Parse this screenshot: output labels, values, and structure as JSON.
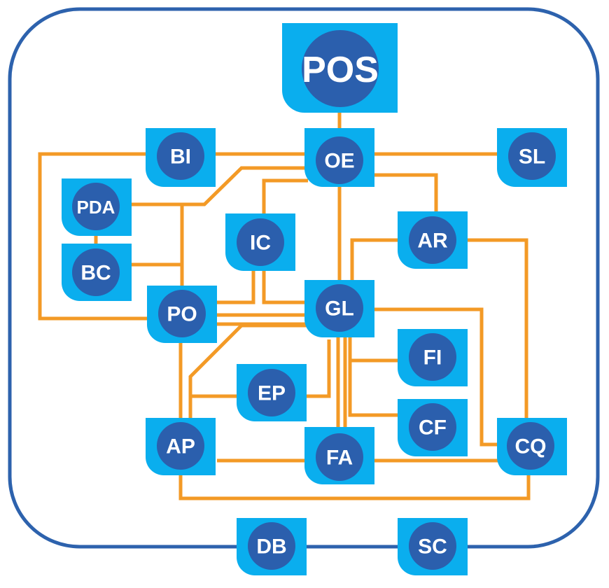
{
  "colors": {
    "frame": "#2d62ad",
    "connector": "#f39a26",
    "tile": "#0aaeee",
    "circle": "#2b5fad",
    "label": "#ffffff"
  },
  "nodes": {
    "pos": {
      "label": "POS"
    },
    "oe": {
      "label": "OE"
    },
    "bi": {
      "label": "BI"
    },
    "sl": {
      "label": "SL"
    },
    "pda": {
      "label": "PDA"
    },
    "bc": {
      "label": "BC"
    },
    "ic": {
      "label": "IC"
    },
    "ar": {
      "label": "AR"
    },
    "po": {
      "label": "PO"
    },
    "gl": {
      "label": "GL"
    },
    "fi": {
      "label": "FI"
    },
    "ep": {
      "label": "EP"
    },
    "cf": {
      "label": "CF"
    },
    "ap": {
      "label": "AP"
    },
    "fa": {
      "label": "FA"
    },
    "cq": {
      "label": "CQ"
    },
    "db": {
      "label": "DB"
    },
    "sc": {
      "label": "SC"
    }
  }
}
